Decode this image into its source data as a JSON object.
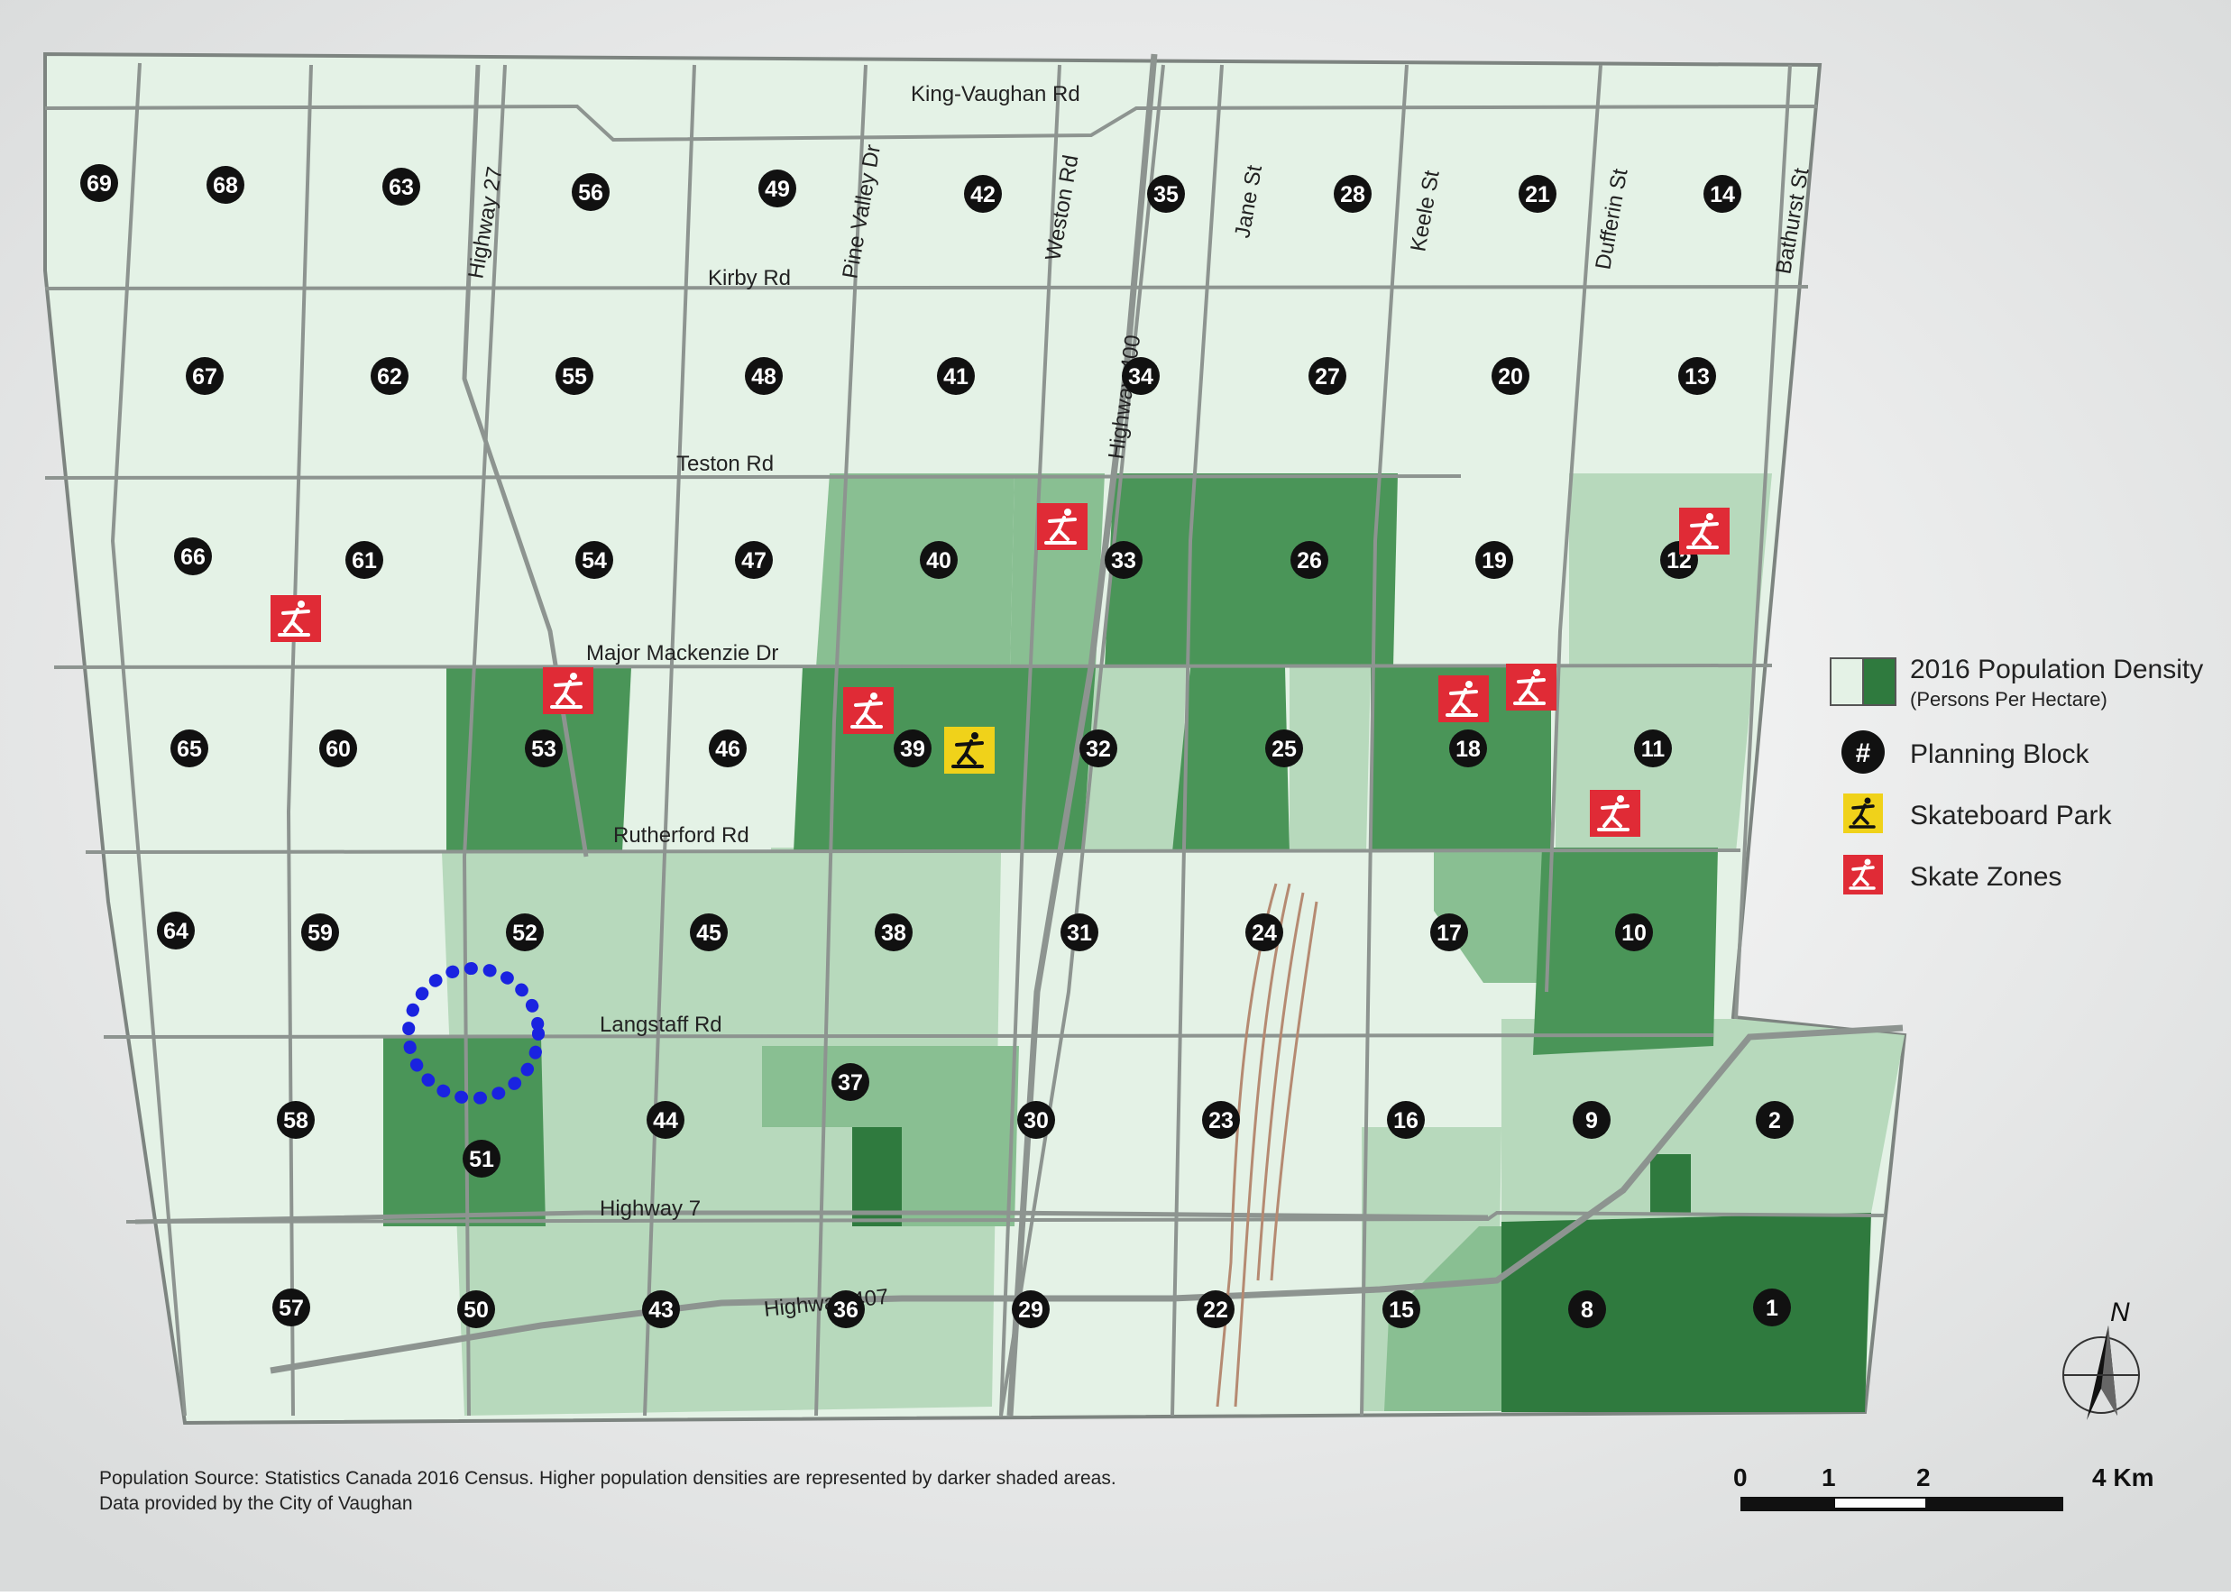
{
  "roads": {
    "king_vaughan": "King-Vaughan Rd",
    "kirby": "Kirby Rd",
    "teston": "Teston Rd",
    "major_mackenzie": "Major Mackenzie Dr",
    "rutherford": "Rutherford Rd",
    "langstaff": "Langstaff Rd",
    "highway7": "Highway 7",
    "highway407": "Highway 407",
    "highway27": "Highway 27",
    "pine_valley": "Pine Valley Dr",
    "weston": "Weston Rd",
    "highway400": "Highway 400",
    "jane": "Jane St",
    "keele": "Keele St",
    "dufferin": "Dufferin St",
    "bathurst": "Bathurst St"
  },
  "legend": {
    "density_title": "2016 Population Density",
    "density_sub": "(Persons Per Hectare)",
    "planning_block": "Planning Block",
    "planning_symbol": "#",
    "skateboard_park": "Skateboard Park",
    "skate_zones": "Skate Zones"
  },
  "colors": {
    "base_density": "#e4f2e6",
    "low_density": "#b7d9bc",
    "mid_density": "#89bf92",
    "high_density": "#4a9558",
    "very_high_density": "#2f7a3e",
    "road": "#8d9490",
    "block_marker": "#111111",
    "skate_zone": "#e02b36",
    "skateboard_park": "#f0d21a",
    "highlight_circle": "#1a23e0"
  },
  "blocks": [
    "1",
    "2",
    "8",
    "9",
    "10",
    "11",
    "12",
    "13",
    "14",
    "15",
    "16",
    "17",
    "18",
    "19",
    "20",
    "21",
    "22",
    "23",
    "24",
    "25",
    "26",
    "27",
    "28",
    "29",
    "30",
    "31",
    "32",
    "33",
    "34",
    "35",
    "36",
    "37",
    "38",
    "39",
    "40",
    "41",
    "42",
    "43",
    "44",
    "45",
    "46",
    "47",
    "48",
    "49",
    "50",
    "51",
    "52",
    "53",
    "54",
    "55",
    "56",
    "57",
    "58",
    "59",
    "60",
    "61",
    "62",
    "63",
    "64",
    "65",
    "66",
    "67",
    "68",
    "69"
  ],
  "source": {
    "line1": "Population Source: Statistics Canada 2016 Census. Higher population densities are represented by darker shaded areas.",
    "line2": "Data provided by the City of Vaughan"
  },
  "scale": {
    "labels": [
      "0",
      "1",
      "2",
      "4 Km"
    ]
  },
  "north": "N"
}
